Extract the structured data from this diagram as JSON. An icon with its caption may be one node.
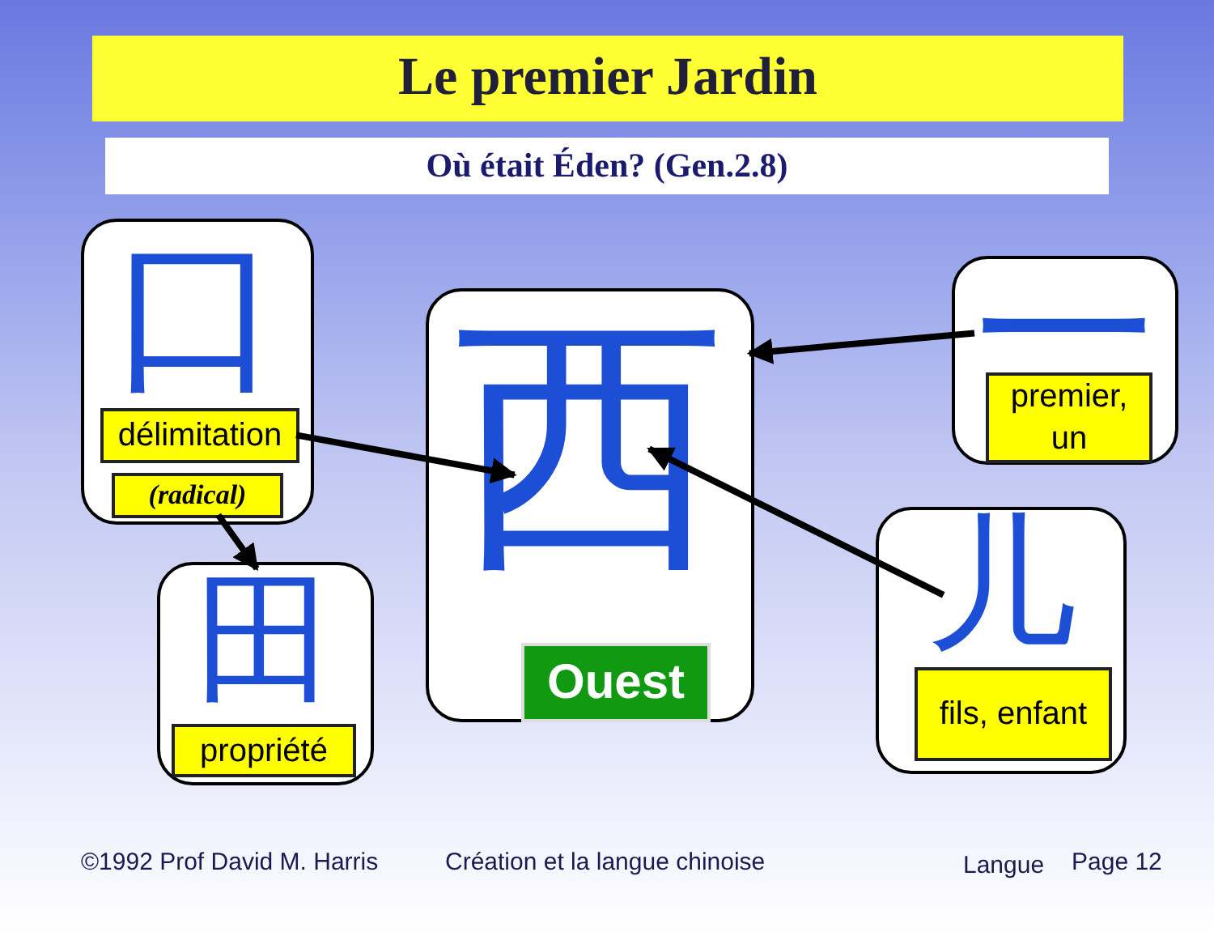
{
  "diagram": {
    "title": "Le premier Jardin",
    "nodes": [
      {
        "text": [
          "口"
        ]
      },
      {
        "text": [
          "délimitation"
        ],
        "in": 0
      },
      {
        "text": [
          "(radical)"
        ],
        "in": 0
      },
      {
        "text": [
          "西"
        ]
      },
      {
        "text": [
          "Ouest"
        ],
        "in": 3
      },
      {
        "text": [
          "一"
        ]
      },
      {
        "text": [
          "premier, un"
        ],
        "in": 5
      },
      {
        "text": [
          "田"
        ]
      },
      {
        "text": [
          "propriété"
        ],
        "in": 7
      },
      {
        "text": [
          "儿"
        ]
      },
      {
        "text": [
          "fils, enfant"
        ],
        "in": 9
      }
    ],
    "edges": [
      {
        "from": 1,
        "to": 3,
        "arrow": "to"
      },
      {
        "from": 2,
        "to": 7,
        "arrow": "to"
      },
      {
        "from": 5,
        "to": 3,
        "arrow": "to"
      },
      {
        "from": 9,
        "to": 3,
        "arrow": "to"
      }
    ],
    "labels": [
      "Où était Éden? (Gen.2.8)",
      "©1992 Prof David M. Harris",
      "Création et la langue chinoise",
      "Langue",
      "Page 12"
    ]
  }
}
